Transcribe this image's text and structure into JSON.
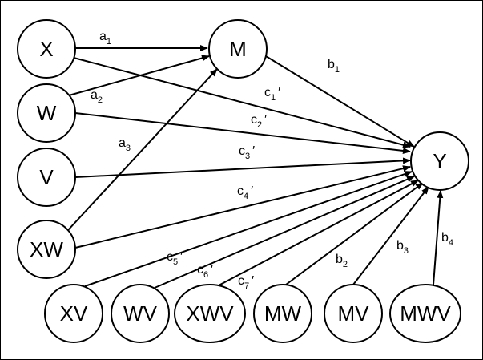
{
  "diagram": {
    "nodes": [
      {
        "id": "X",
        "label": "X"
      },
      {
        "id": "M",
        "label": "M"
      },
      {
        "id": "W",
        "label": "W"
      },
      {
        "id": "V",
        "label": "V"
      },
      {
        "id": "XW",
        "label": "XW"
      },
      {
        "id": "Y",
        "label": "Y"
      },
      {
        "id": "XV",
        "label": "XV"
      },
      {
        "id": "WV",
        "label": "WV"
      },
      {
        "id": "XWV",
        "label": "XWV"
      },
      {
        "id": "MW",
        "label": "MW"
      },
      {
        "id": "MV",
        "label": "MV"
      },
      {
        "id": "MWV",
        "label": "MWV"
      }
    ],
    "edges": [
      {
        "from": "X",
        "to": "M",
        "label": "a",
        "sub": "1",
        "prime": false
      },
      {
        "from": "W",
        "to": "M",
        "label": "a",
        "sub": "2",
        "prime": false
      },
      {
        "from": "XW",
        "to": "M",
        "label": "a",
        "sub": "3",
        "prime": false
      },
      {
        "from": "M",
        "to": "Y",
        "label": "b",
        "sub": "1",
        "prime": false
      },
      {
        "from": "X",
        "to": "Y",
        "label": "c",
        "sub": "1",
        "prime": true
      },
      {
        "from": "W",
        "to": "Y",
        "label": "c",
        "sub": "2",
        "prime": true
      },
      {
        "from": "V",
        "to": "Y",
        "label": "c",
        "sub": "3",
        "prime": true
      },
      {
        "from": "XW",
        "to": "Y",
        "label": "c",
        "sub": "4",
        "prime": true
      },
      {
        "from": "XV",
        "to": "Y",
        "label": "c",
        "sub": "5",
        "prime": true
      },
      {
        "from": "WV",
        "to": "Y",
        "label": "c",
        "sub": "6",
        "prime": true
      },
      {
        "from": "XWV",
        "to": "Y",
        "label": "c",
        "sub": "7",
        "prime": true
      },
      {
        "from": "MW",
        "to": "Y",
        "label": "b",
        "sub": "2",
        "prime": false
      },
      {
        "from": "MV",
        "to": "Y",
        "label": "b",
        "sub": "3",
        "prime": false
      },
      {
        "from": "MWV",
        "to": "Y",
        "label": "b",
        "sub": "4",
        "prime": false
      }
    ]
  }
}
